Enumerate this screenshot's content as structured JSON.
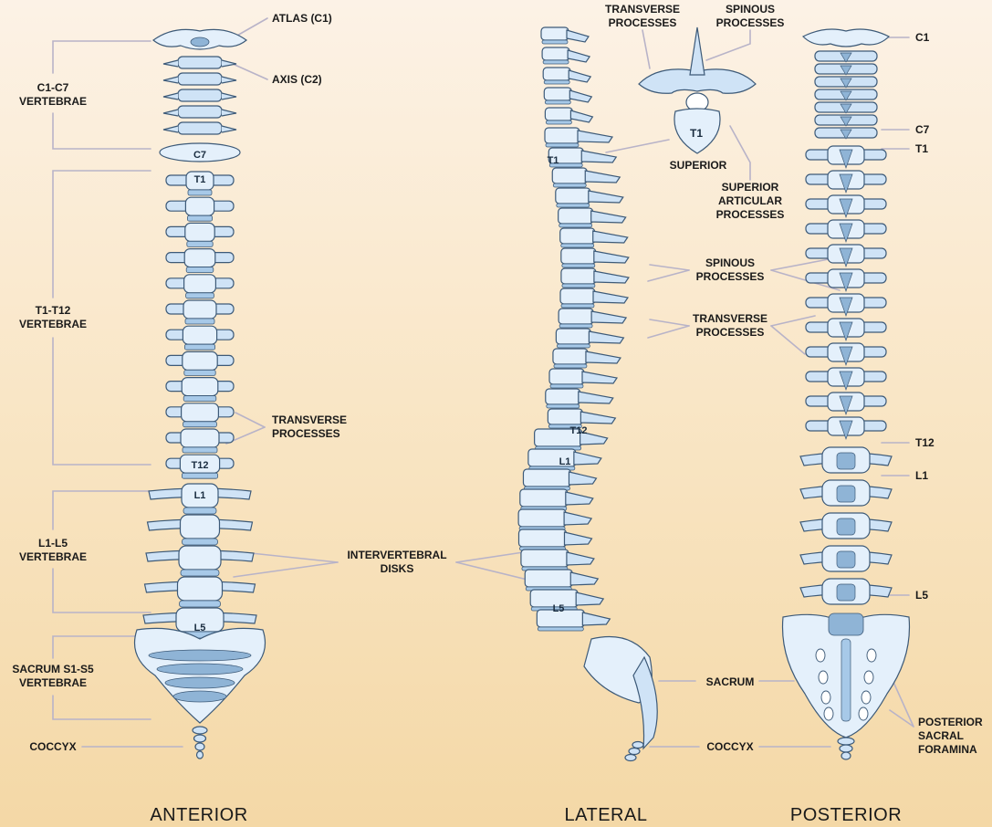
{
  "views": {
    "anterior": "ANTERIOR",
    "lateral": "LATERAL",
    "posterior": "POSTERIOR"
  },
  "anterior": {
    "atlas": "ATLAS (C1)",
    "axis": "AXIS (C2)",
    "c1_c7": "C1-C7\nVERTEBRAE",
    "t1_t12": "T1-T12\nVERTEBRAE",
    "l1_l5": "L1-L5\nVERTEBRAE",
    "sacrum": "SACRUM S1-S5\nVERTEBRAE",
    "coccyx": "COCCYX",
    "transverse": "TRANSVERSE\nPROCESSES",
    "c7": "C7",
    "t1": "T1",
    "t12": "T12",
    "l1": "L1",
    "l5": "L5"
  },
  "lateral": {
    "transverse": "TRANSVERSE\nPROCESSES",
    "spinous": "SPINOUS\nPROCESSES",
    "superior": "SUPERIOR",
    "superior_articular": "SUPERIOR\nARTICULAR\nPROCESSES",
    "spinous_mid": "SPINOUS\nPROCESSES",
    "transverse_mid": "TRANSVERSE\nPROCESSES",
    "intervertebral": "INTERVERTEBRAL\nDISKS",
    "sacrum": "SACRUM",
    "coccyx": "COCCYX",
    "t1": "T1",
    "t1_detail": "T1",
    "t12": "T12",
    "l1": "L1",
    "l5": "L5"
  },
  "posterior": {
    "c1": "C1",
    "c7": "C7",
    "t1": "T1",
    "t12": "T12",
    "l1": "L1",
    "l5": "L5",
    "foramina": "POSTERIOR\nSACRAL\nFORAMINA"
  },
  "colors": {
    "bone": "#cfe3f6",
    "bone_light": "#e4f0fb",
    "bone_dark": "#8fb4d6",
    "outline": "#3d5a78",
    "disk": "#a7c9e8",
    "leader": "#b8b3c8"
  }
}
